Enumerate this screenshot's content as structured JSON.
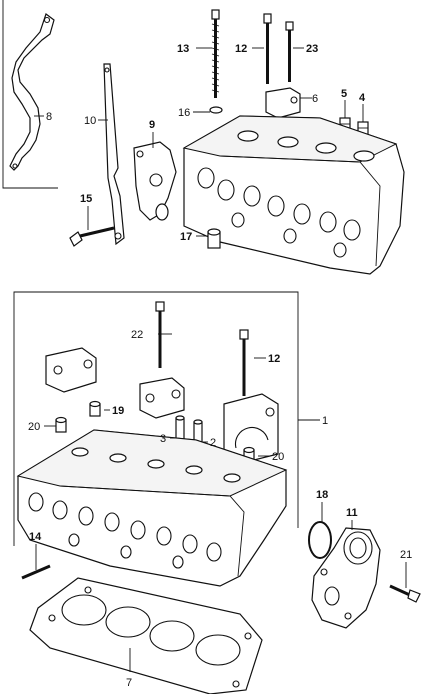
{
  "callouts": {
    "c1": "1",
    "c2": "2",
    "c3": "3",
    "c4": "4",
    "c5": "5",
    "c6": "6",
    "c7": "7",
    "c8": "8",
    "c9": "9",
    "c10": "10",
    "c11": "11",
    "c12a": "12",
    "c12b": "12",
    "c13": "13",
    "c14": "14",
    "c15": "15",
    "c16": "16",
    "c17": "17",
    "c18": "18",
    "c19": "19",
    "c20a": "20",
    "c20b": "20",
    "c21": "21",
    "c22": "22",
    "c23": "23"
  },
  "colors": {
    "ink": "#111111",
    "paper": "#ffffff"
  }
}
